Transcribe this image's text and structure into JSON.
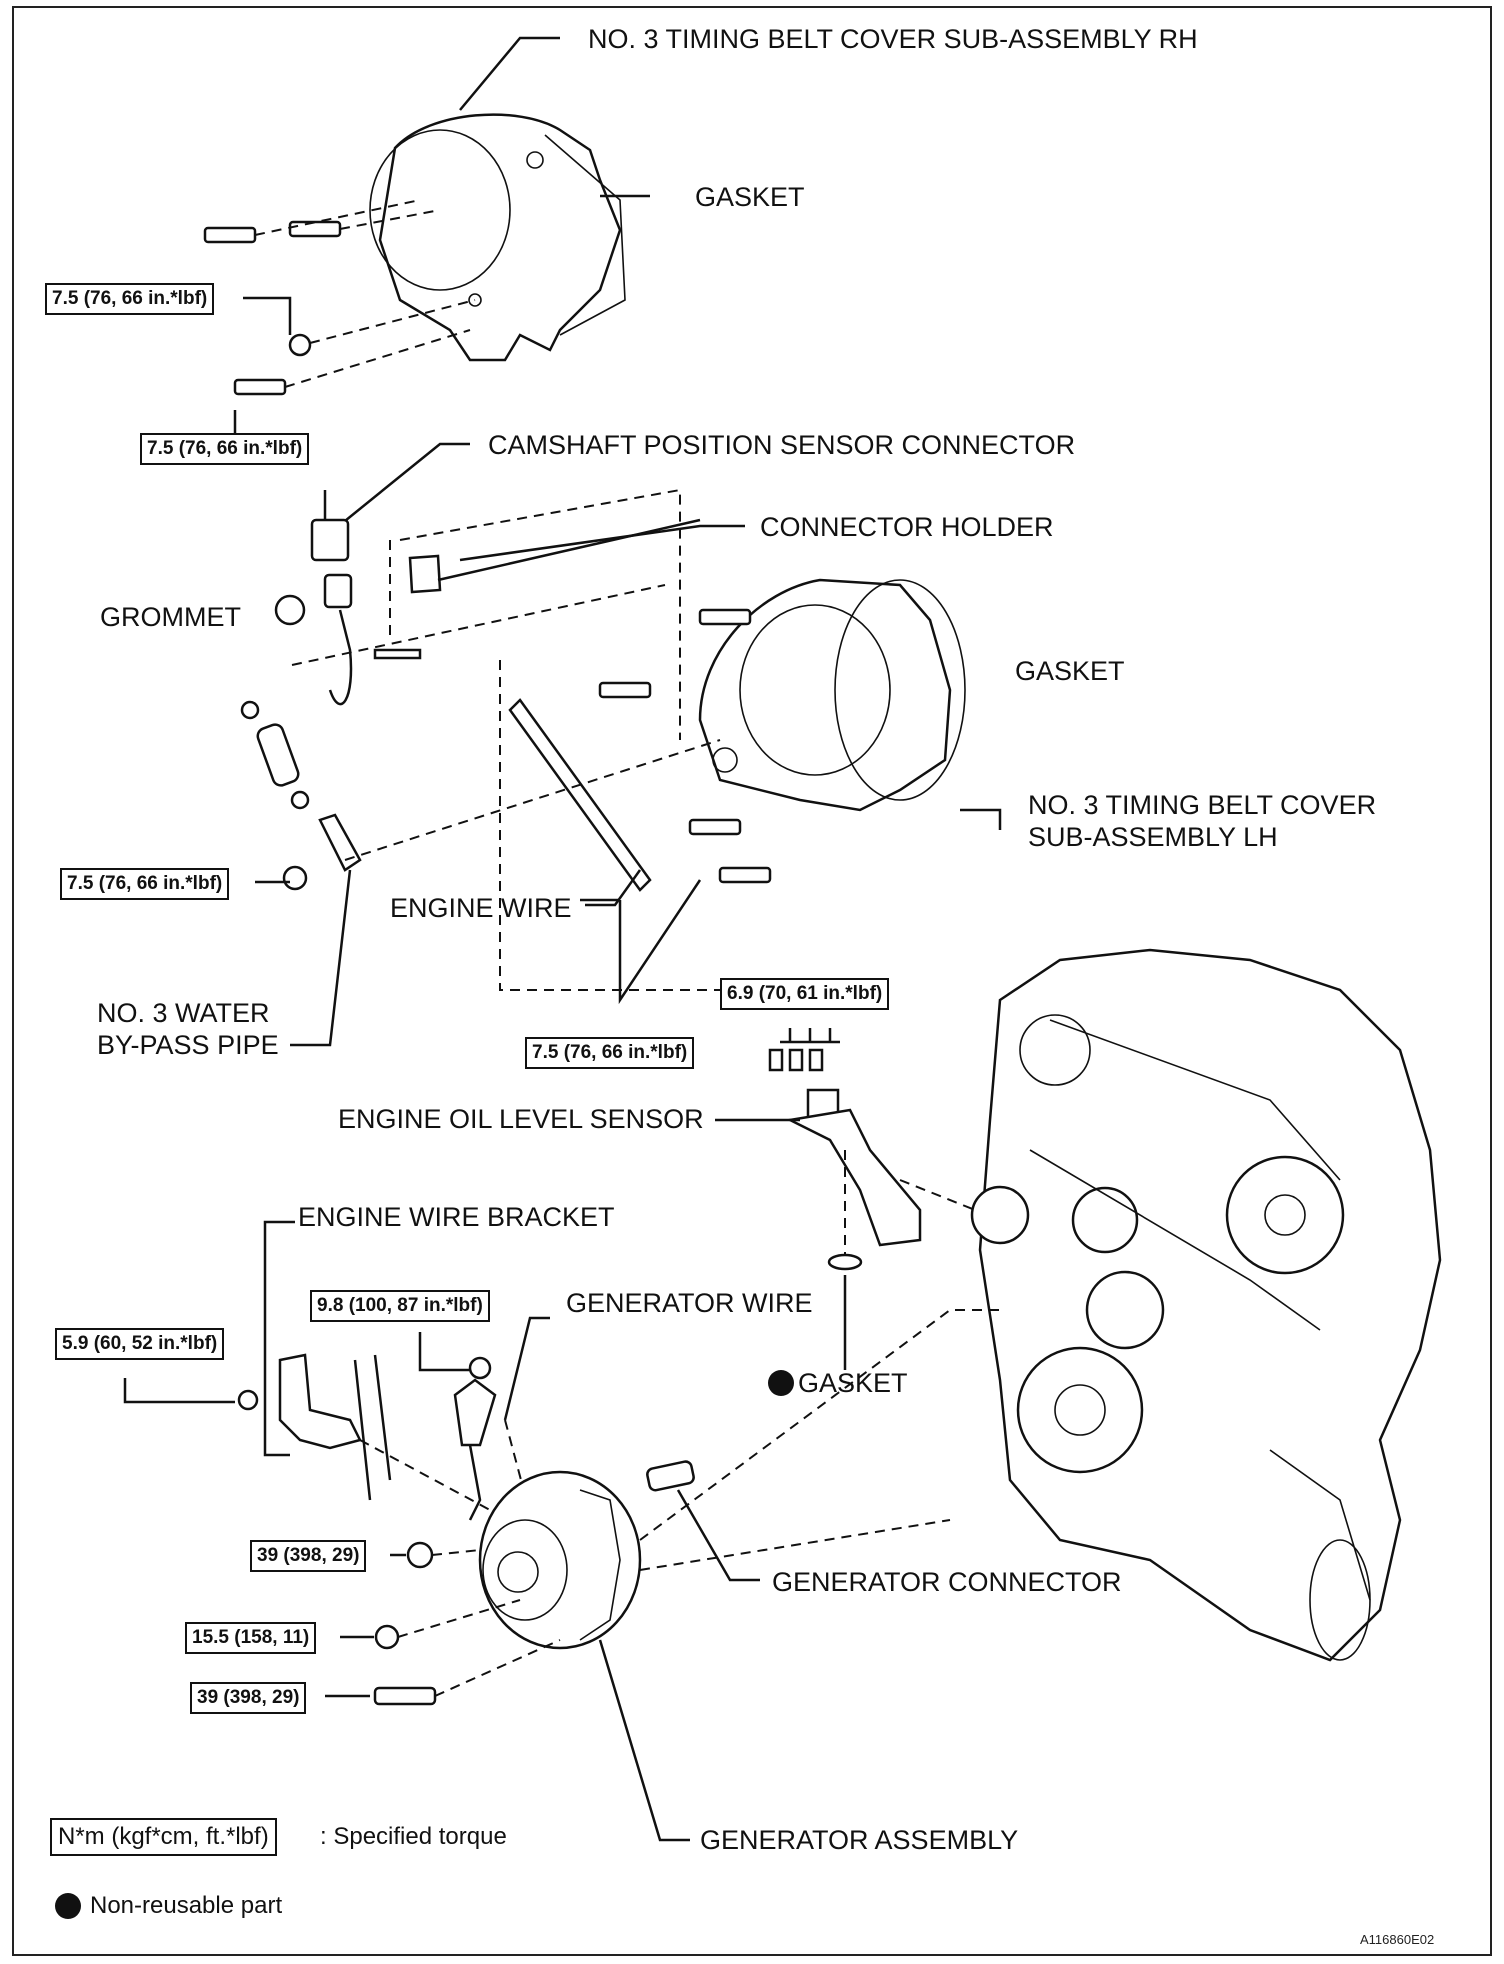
{
  "labels": {
    "no3_cover_rh": "NO. 3 TIMING BELT COVER SUB-ASSEMBLY RH",
    "gasket_top": "GASKET",
    "camshaft_sensor_connector": "CAMSHAFT POSITION SENSOR CONNECTOR",
    "connector_holder": "CONNECTOR HOLDER",
    "grommet": "GROMMET",
    "gasket_mid": "GASKET",
    "no3_cover_lh_line1": "NO. 3 TIMING BELT COVER",
    "no3_cover_lh_line2": "SUB-ASSEMBLY LH",
    "engine_wire": "ENGINE WIRE",
    "water_bypass_line1": "NO. 3 WATER",
    "water_bypass_line2": "BY-PASS PIPE",
    "oil_level_sensor": "ENGINE OIL LEVEL SENSOR",
    "wire_bracket": "ENGINE WIRE BRACKET",
    "generator_wire": "GENERATOR WIRE",
    "gasket_bottom": "GASKET",
    "generator_connector": "GENERATOR CONNECTOR",
    "generator_assembly": "GENERATOR ASSEMBLY"
  },
  "torques": {
    "t_rh_nut": "7.5 (76, 66 in.*lbf)",
    "t_rh_bolt": "7.5 (76, 66 in.*lbf)",
    "t_pipe_nut": "7.5 (76, 66 in.*lbf)",
    "t_lh_bolt": "7.5 (76, 66 in.*lbf)",
    "t_sensor": "6.9 (70, 61 in.*lbf)",
    "t_gen_wire": "9.8 (100, 87 in.*lbf)",
    "t_bracket": "5.9 (60, 52 in.*lbf)",
    "t_gen_nut": "39 (398, 29)",
    "t_gen_nut2": "15.5 (158, 11)",
    "t_gen_bolt": "39 (398, 29)"
  },
  "legend": {
    "torque_box": "N*m (kgf*cm, ft.*lbf)",
    "torque_text": ": Specified torque",
    "nonreusable_text": "Non-reusable part"
  },
  "figure_code": "A116860E02"
}
